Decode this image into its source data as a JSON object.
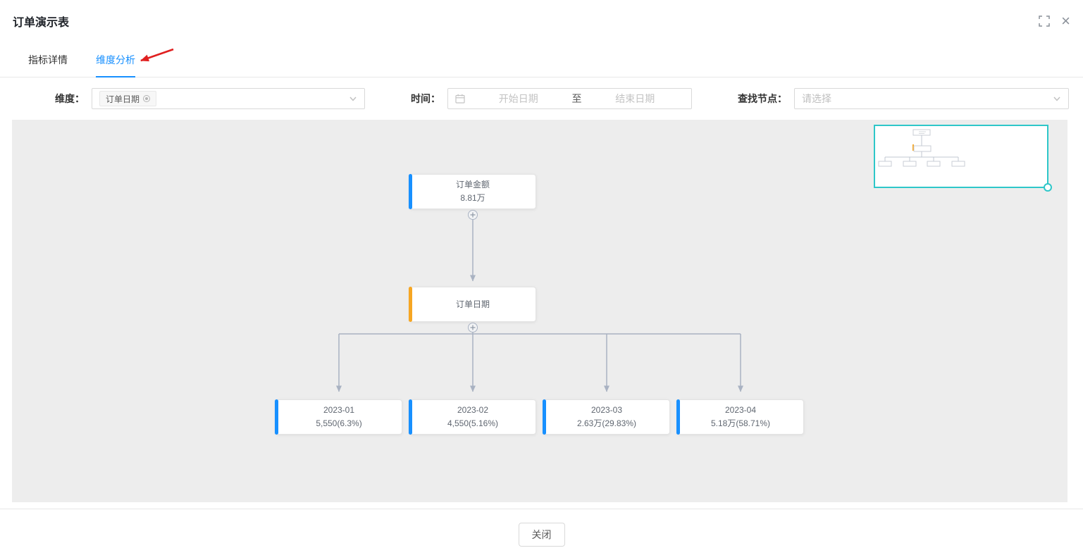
{
  "dialog": {
    "title": "订单演示表"
  },
  "window_controls": {
    "fullscreen_icon": "expand-corners",
    "close_icon": "×"
  },
  "tabs": [
    {
      "label": "指标详情",
      "active": false
    },
    {
      "label": "维度分析",
      "active": true
    }
  ],
  "filters": {
    "dimension": {
      "label": "维度：",
      "selected_tag": "订单日期"
    },
    "time": {
      "label": "时间：",
      "start_placeholder": "开始日期",
      "separator": "至",
      "end_placeholder": "结束日期"
    },
    "find_node": {
      "label": "查找节点：",
      "placeholder": "请选择"
    }
  },
  "tree": {
    "root": {
      "title": "订单金额",
      "value": "8.81万",
      "accent": "#1890ff"
    },
    "dimension_node": {
      "title": "订单日期",
      "accent": "#f6a623"
    },
    "children": [
      {
        "title": "2023-01",
        "value": "5,550(6.3%)",
        "accent": "#1890ff"
      },
      {
        "title": "2023-02",
        "value": "4,550(5.16%)",
        "accent": "#1890ff"
      },
      {
        "title": "2023-03",
        "value": "2.63万(29.83%)",
        "accent": "#1890ff"
      },
      {
        "title": "2023-04",
        "value": "5.18万(58.71%)",
        "accent": "#1890ff"
      }
    ]
  },
  "footer": {
    "close_label": "关闭"
  },
  "icons": {
    "fullscreen": "corner-brackets",
    "close": "×",
    "chevron_down": "v-chevron",
    "calendar": "calendar-grid",
    "tag_state": "target-circle ◉",
    "expand_node": "+ in circle",
    "minimap_handle": "teal circle",
    "annotation": "red arrow pointing to active tab"
  },
  "colors": {
    "active_tab": "#1890ff",
    "accent_blue": "#1890ff",
    "accent_orange": "#f6a623",
    "canvas_bg": "#ededed",
    "connector": "#a9b2c2",
    "minimap_border": "#2ec7c9",
    "annotation_red": "#e02020"
  }
}
